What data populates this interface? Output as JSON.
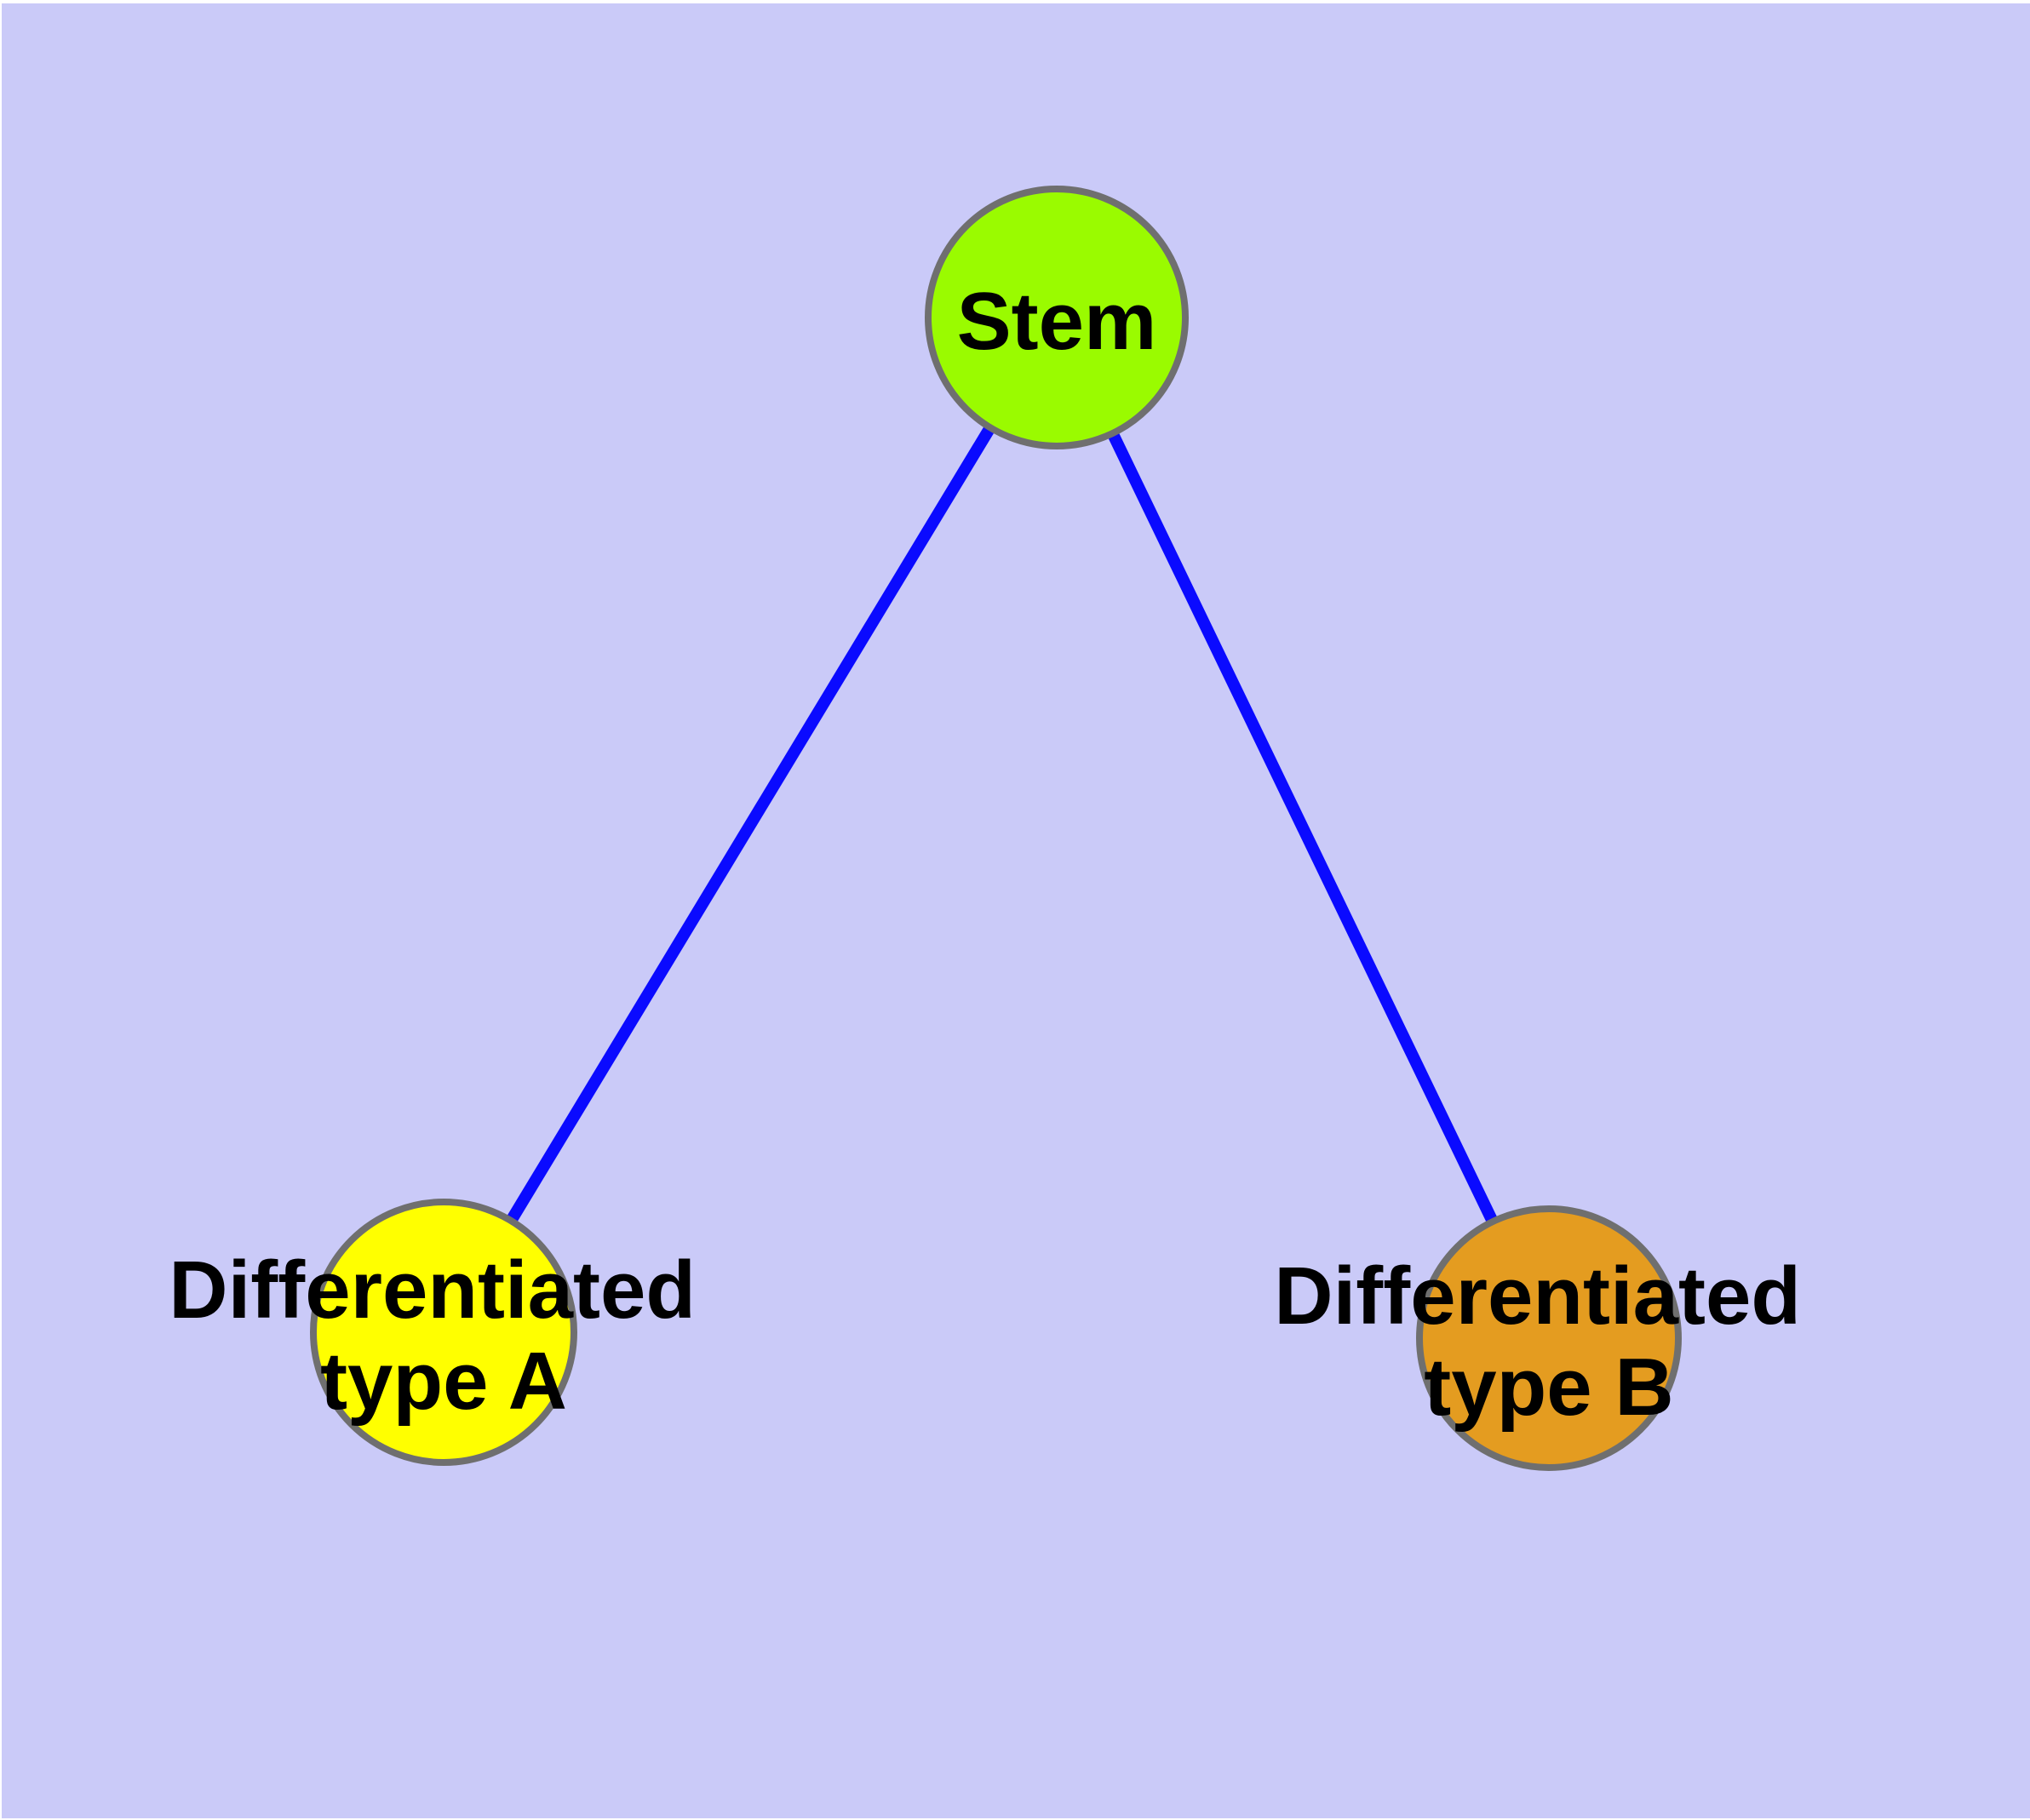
{
  "diagram": {
    "background_color": "#CACAF8",
    "frame_color": "#FFFFFF",
    "edge_color": "#0A0AFF",
    "node_border_color": "#6F6F6F",
    "label_color": "#000000",
    "nodes": [
      {
        "id": "stem",
        "fill": "#9AFB00",
        "lines": [
          "Stem",
          ""
        ]
      },
      {
        "id": "differentiated-type-a",
        "fill": "#FFFF00",
        "lines": [
          "Differentiated",
          "type A"
        ]
      },
      {
        "id": "differentiated-type-b",
        "fill": "#E49C20",
        "lines": [
          "Differentiated",
          "type B"
        ]
      }
    ],
    "edges": [
      {
        "from": "Stem",
        "to": "Differentiated type A"
      },
      {
        "from": "Stem",
        "to": "Differentiated type B"
      }
    ]
  }
}
